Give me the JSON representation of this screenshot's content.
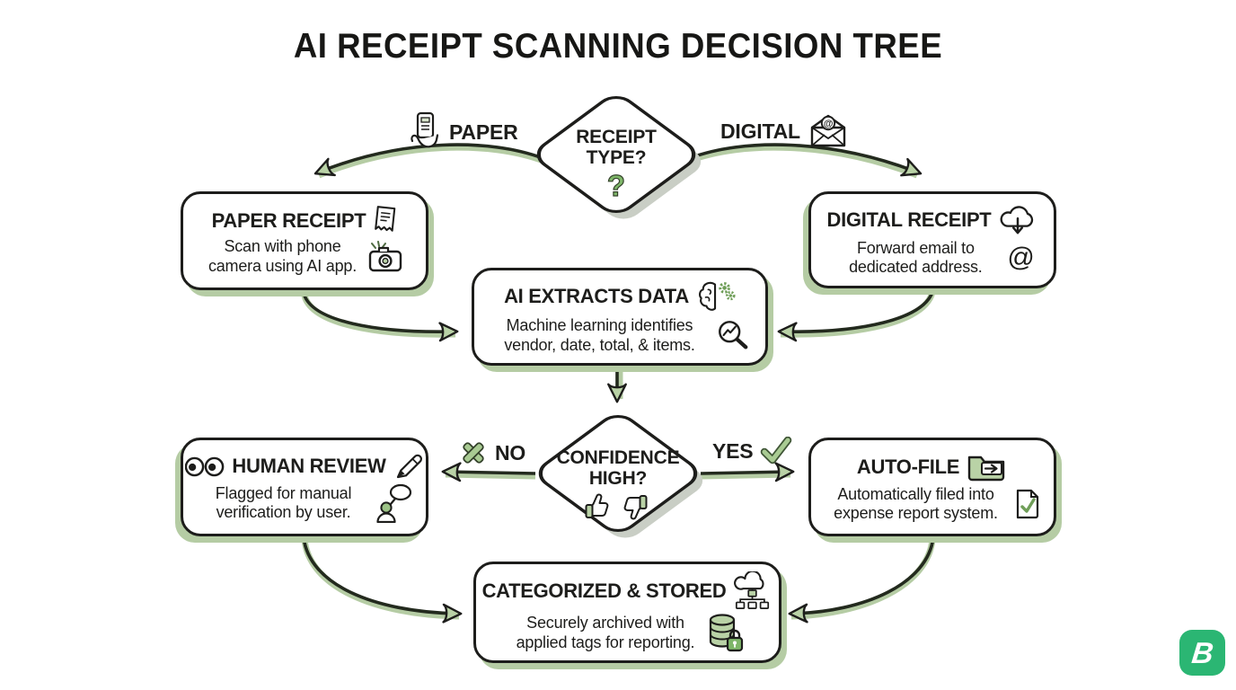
{
  "page": {
    "title": "AI RECEIPT SCANNING DECISION TREE"
  },
  "decision_1": {
    "question": "RECEIPT\nTYPE?",
    "mark": "?"
  },
  "decision_2": {
    "question": "CONFIDENCE\nHIGH?"
  },
  "branches": {
    "paper": "PAPER",
    "digital": "DIGITAL",
    "no": "NO",
    "yes": "YES"
  },
  "boxes": {
    "paper_receipt": {
      "title": "PAPER RECEIPT",
      "body": "Scan with phone camera using AI app."
    },
    "digital_receipt": {
      "title": "DIGITAL RECEIPT",
      "body": "Forward email to dedicated address.",
      "at": "@"
    },
    "ai_extracts": {
      "title": "AI EXTRACTS DATA",
      "body": "Machine learning identifies vendor, date, total, & items."
    },
    "human_review": {
      "title": "HUMAN REVIEW",
      "body": "Flagged for manual verification by user."
    },
    "auto_file": {
      "title": "AUTO-FILE",
      "body": "Automatically filed into expense report system."
    },
    "categorized": {
      "title": "CATEGORIZED & STORED",
      "body": "Securely archived with applied tags for reporting."
    }
  },
  "logo": {
    "letter": "B"
  },
  "colors": {
    "ink": "#1d1d1b",
    "sage_shadow": "#b5cca4",
    "arrow_fill": "#b9d2a6",
    "accent_green": "#7fb76a",
    "logo_green": "#2bb673"
  }
}
